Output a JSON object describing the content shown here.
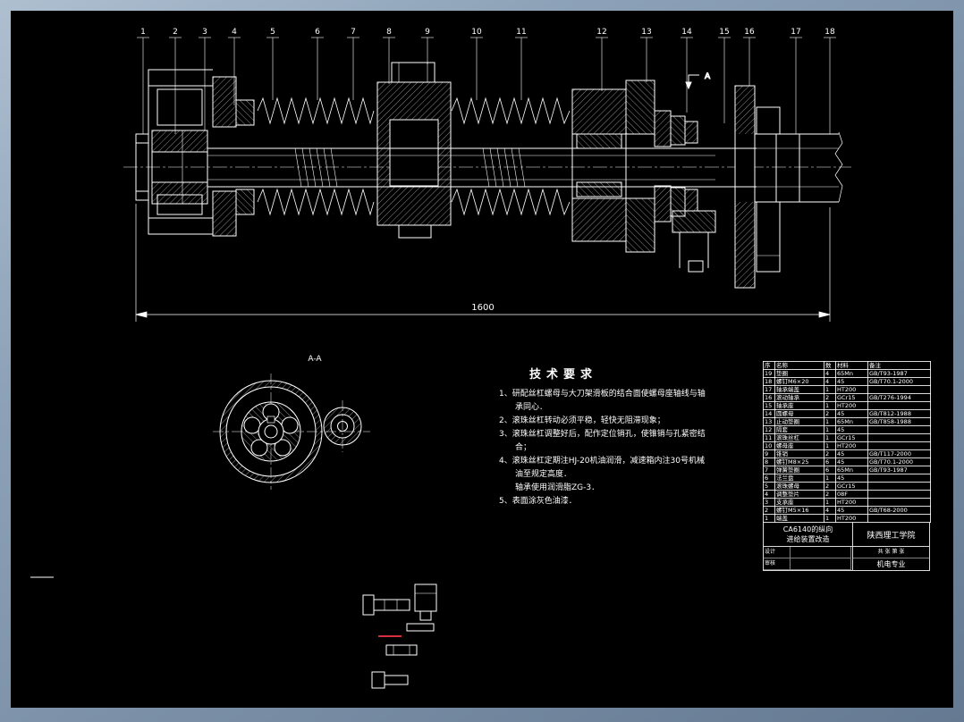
{
  "drawing": {
    "callouts": [
      "1",
      "2",
      "3",
      "4",
      "5",
      "6",
      "7",
      "8",
      "9",
      "10",
      "11",
      "12",
      "13",
      "14",
      "15",
      "16",
      "17",
      "18"
    ],
    "dimension_label": "1600",
    "section_label": "A-A",
    "section_arrow_label": "A",
    "tech_requirements": {
      "title": "技术要求",
      "lines": [
        "1、研配丝杠螺母与大刀架滑板的结合面使螺母座轴线与轴",
        "　　承同心．",
        "2、滚珠丝杠转动必须平稳，轻快无阻滞现象；",
        "3、滚珠丝杠调整好后，配作定位销孔，使锥销与孔紧密结",
        "　　合；",
        "4、滚珠丝杠定期注HJ-20机油润滑，减速箱内注30号机械",
        "　　油至规定高度．",
        "　　轴承使用润滑脂ZG-3．",
        "5、表面涂灰色油漆．"
      ]
    }
  },
  "parts_table": {
    "headers": [
      "序",
      "名称",
      "数",
      "材料",
      "备注"
    ],
    "rows": [
      [
        "19",
        "垫圈",
        "4",
        "65Mn",
        "GB/T93-1987"
      ],
      [
        "18",
        "螺钉M6×20",
        "4",
        "45",
        "GB/T70.1-2000"
      ],
      [
        "17",
        "轴承端盖",
        "1",
        "HT200",
        ""
      ],
      [
        "16",
        "滚动轴承",
        "2",
        "GCr15",
        "GB/T276-1994"
      ],
      [
        "15",
        "轴承座",
        "1",
        "HT200",
        ""
      ],
      [
        "14",
        "圆螺母",
        "2",
        "45",
        "GB/T812-1988"
      ],
      [
        "13",
        "止动垫圈",
        "1",
        "65Mn",
        "GB/T858-1988"
      ],
      [
        "12",
        "隔套",
        "1",
        "45",
        ""
      ],
      [
        "11",
        "滚珠丝杠",
        "1",
        "GCr15",
        ""
      ],
      [
        "10",
        "螺母座",
        "1",
        "HT200",
        ""
      ],
      [
        "9",
        "锥销",
        "2",
        "45",
        "GB/T117-2000"
      ],
      [
        "8",
        "螺钉M8×25",
        "6",
        "45",
        "GB/T70.1-2000"
      ],
      [
        "7",
        "弹簧垫圈",
        "6",
        "65Mn",
        "GB/T93-1987"
      ],
      [
        "6",
        "法兰盘",
        "1",
        "45",
        ""
      ],
      [
        "5",
        "滚珠螺母",
        "2",
        "GCr15",
        ""
      ],
      [
        "4",
        "调整垫片",
        "2",
        "08F",
        ""
      ],
      [
        "3",
        "支承座",
        "1",
        "HT200",
        ""
      ],
      [
        "2",
        "螺钉M5×16",
        "4",
        "45",
        "GB/T68-2000"
      ],
      [
        "1",
        "端盖",
        "1",
        "HT200",
        ""
      ]
    ]
  },
  "title_block": {
    "product_line1": "CA6140的纵向",
    "product_line2": "进给装置改造",
    "org": "陕西理工学院",
    "dept": "机电专业",
    "design_label": "设计",
    "check_label": "审核",
    "sheet_label": "共 张 第 张"
  }
}
